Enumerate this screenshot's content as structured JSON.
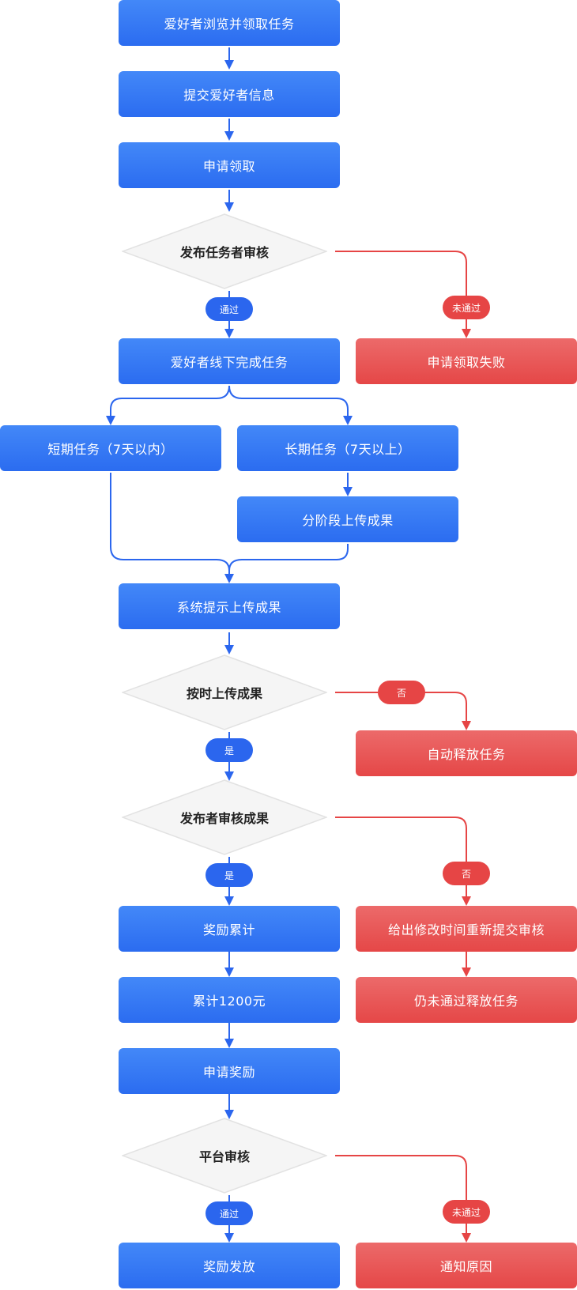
{
  "colors": {
    "blue": "#2b66ee",
    "red": "#e64545",
    "diamond_fill": "#f5f5f5"
  },
  "steps": {
    "browse": "爱好者浏览并领取任务",
    "submit_info": "提交爱好者信息",
    "apply_claim": "申请领取",
    "publisher_review": "发布任务者审核",
    "pass_1": "通过",
    "fail_1": "未通过",
    "claim_failed": "申请领取失败",
    "offline_complete": "爱好者线下完成任务",
    "short_term": "短期任务（7天以内）",
    "long_term": "长期任务（7天以上）",
    "staged_upload": "分阶段上传成果",
    "system_prompt": "系统提示上传成果",
    "on_time": "按时上传成果",
    "no_1": "否",
    "auto_release": "自动释放任务",
    "yes_1": "是",
    "publisher_result_review": "发布者审核成果",
    "yes_2": "是",
    "no_2": "否",
    "reward_accumulate": "奖励累计",
    "revise": "给出修改时间重新提交审核",
    "accumulate_1200": "累计1200元",
    "still_fail": "仍未通过释放任务",
    "apply_reward": "申请奖励",
    "platform_review": "平台审核",
    "pass_2": "通过",
    "fail_2": "未通过",
    "reward_issue": "奖励发放",
    "notify_reason": "通知原因"
  }
}
